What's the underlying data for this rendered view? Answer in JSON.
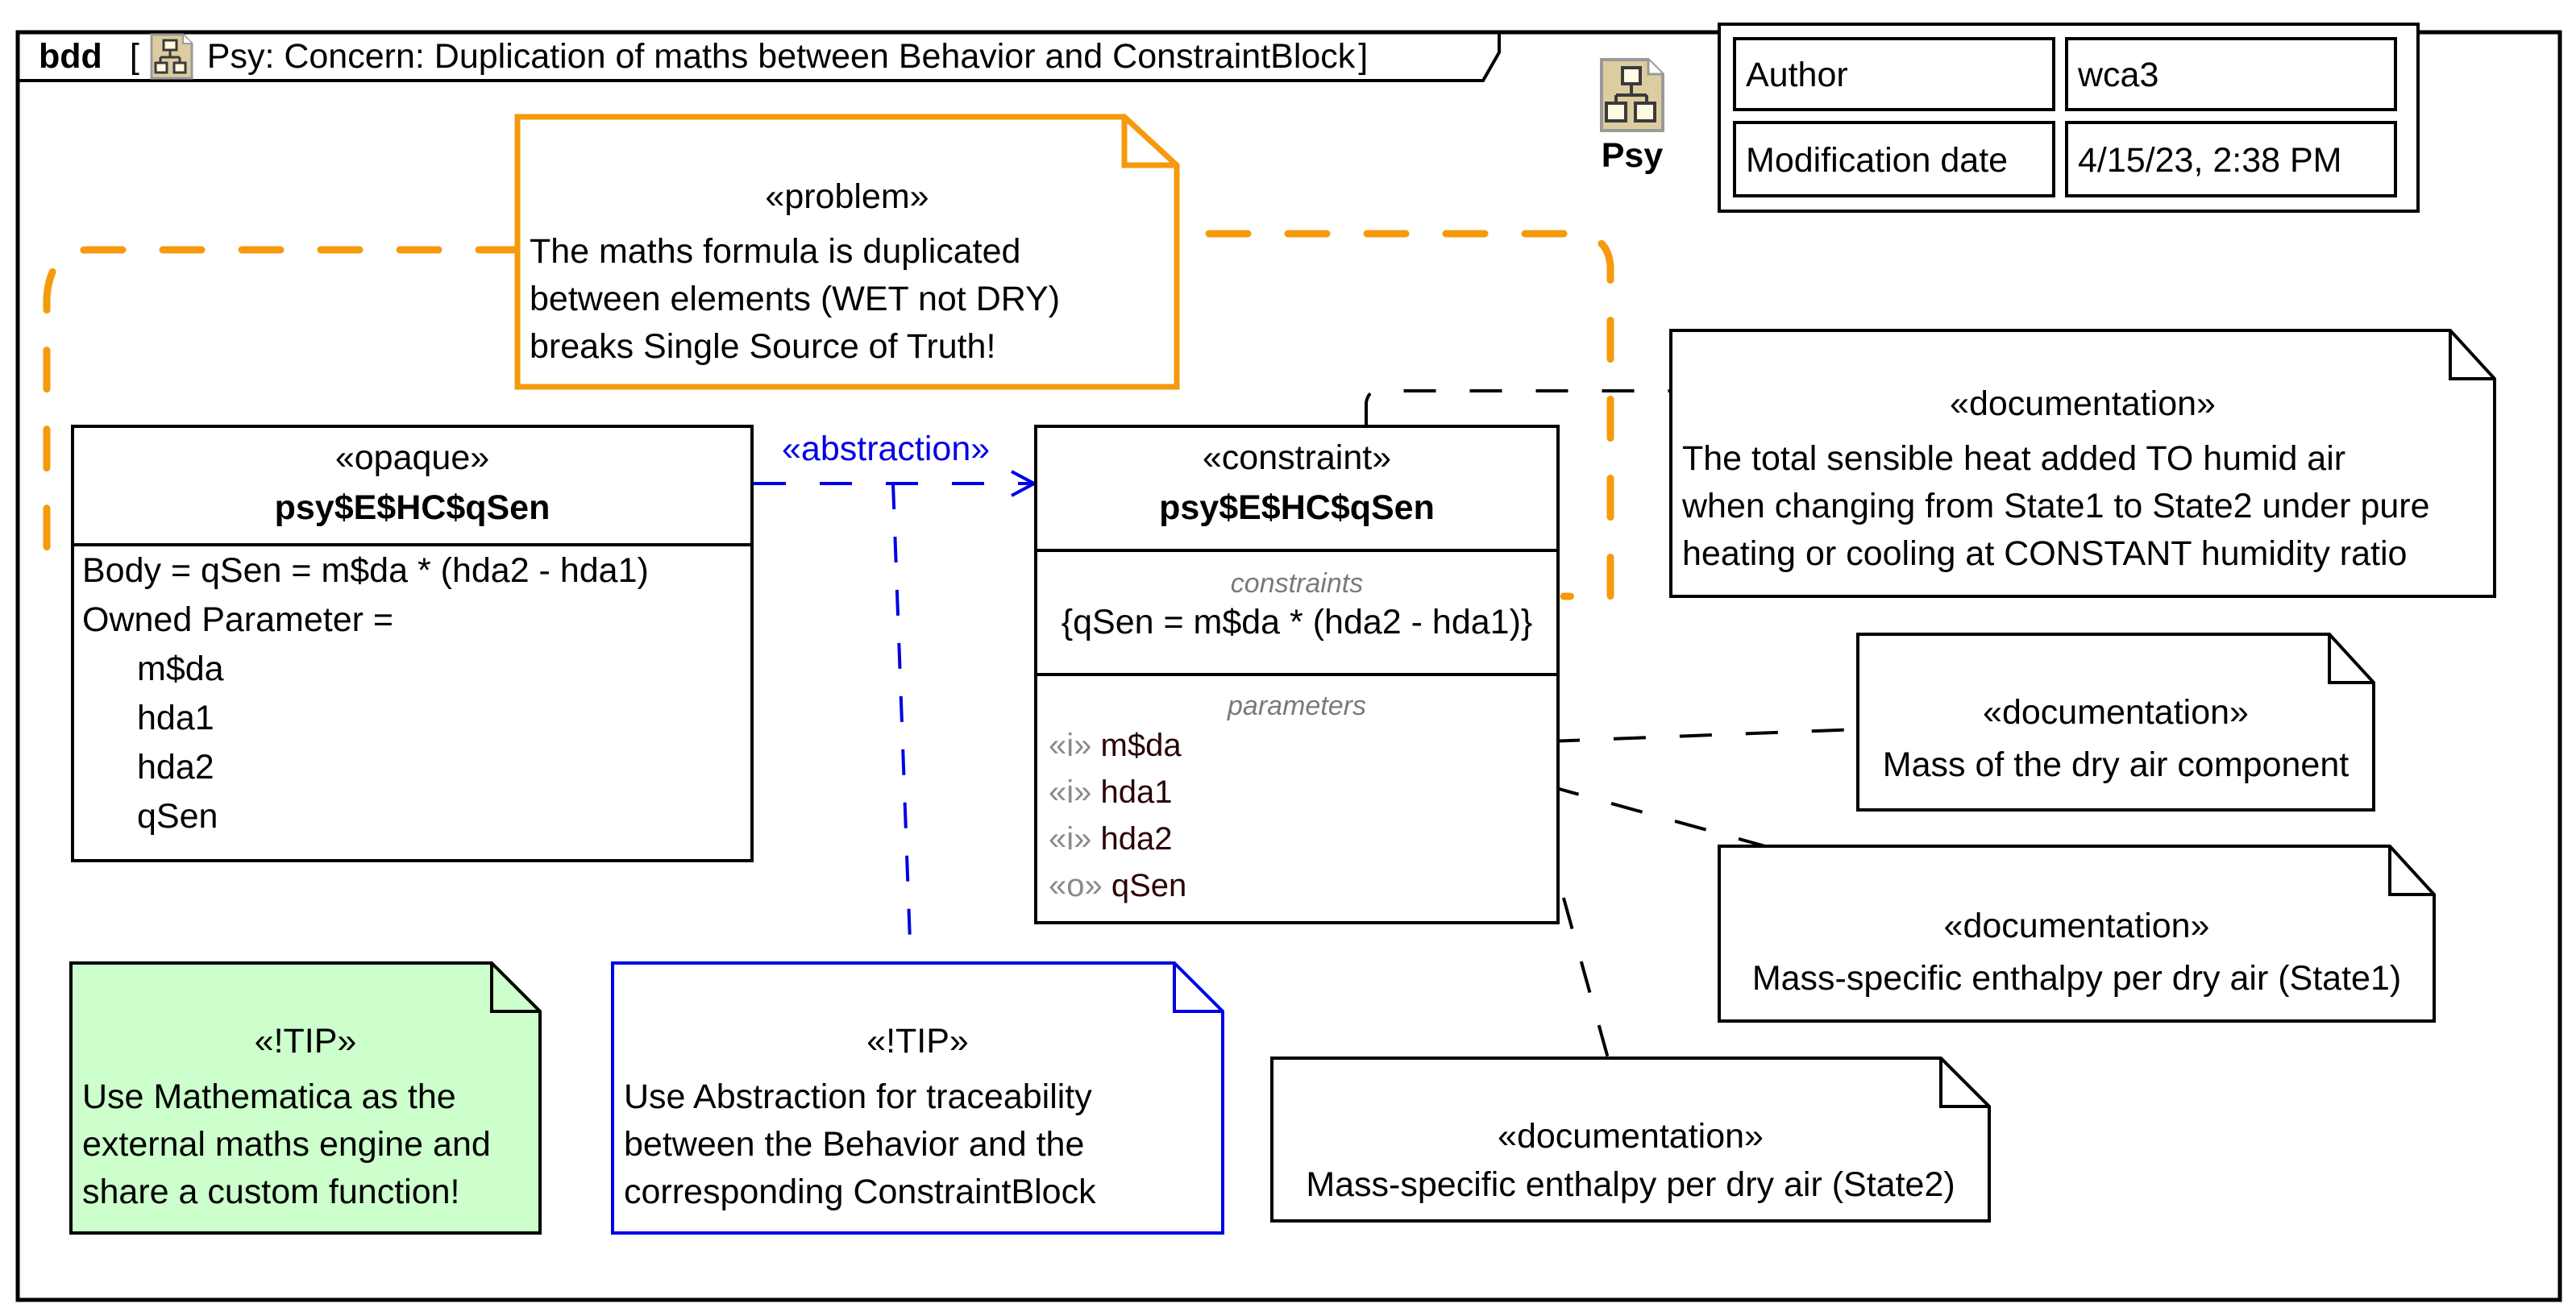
{
  "frame": {
    "kind": "bdd",
    "open_bracket": "[",
    "title": "Psy: Concern: Duplication of maths between Behavior and ConstraintBlock",
    "close_bracket": "]",
    "diagram_icon": "class-diagram-icon"
  },
  "package_label": {
    "name": "Psy",
    "icon": "package-diagram-icon"
  },
  "info_table": {
    "rows": [
      {
        "key": "Author",
        "value": "wca3"
      },
      {
        "key": "Modification date",
        "value": "4/15/23, 2:38 PM"
      }
    ]
  },
  "problem_note": {
    "stereotype": "«problem»",
    "lines": [
      "The maths formula is duplicated",
      "between elements (WET not DRY)",
      "breaks Single Source of Truth!"
    ],
    "color": "#f59a0c"
  },
  "opaque_behavior": {
    "stereotype": "«opaque»",
    "name": "psy$E$HC$qSen",
    "body_line": "Body = qSen = m$da * (hda2 - hda1)",
    "owned_param_label": "Owned Parameter =",
    "params": [
      "m$da",
      "hda1",
      "hda2",
      "qSen"
    ]
  },
  "abstraction": {
    "label": "«abstraction»",
    "color": "#0000e6"
  },
  "constraint_block": {
    "stereotype": "«constraint»",
    "name": "psy$E$HC$qSen",
    "constraints_label": "constraints",
    "constraint_expr": "{qSen = m$da * (hda2 - hda1)}",
    "parameters_label": "parameters",
    "params": [
      {
        "dir": "«i»",
        "name": "m$da"
      },
      {
        "dir": "«i»",
        "name": "hda1"
      },
      {
        "dir": "«i»",
        "name": "hda2"
      },
      {
        "dir": "«o»",
        "name": "qSen"
      }
    ]
  },
  "doc_notes": [
    {
      "stereotype": "«documentation»",
      "lines": [
        "The total sensible heat added TO humid air",
        "when changing from State1 to State2 under pure",
        "heating or cooling at CONSTANT humidity ratio"
      ]
    },
    {
      "stereotype": "«documentation»",
      "lines": [
        "Mass of the dry air component"
      ]
    },
    {
      "stereotype": "«documentation»",
      "lines": [
        "Mass-specific enthalpy per dry air (State1)"
      ]
    },
    {
      "stereotype": "«documentation»",
      "lines": [
        "Mass-specific enthalpy per dry air (State2)"
      ]
    }
  ],
  "tip_notes": [
    {
      "stereotype": "«!TIP»",
      "lines": [
        "Use Mathematica as the",
        "external maths engine and",
        "share a custom function!"
      ],
      "fill": "#ccffcc",
      "border": "#000000"
    },
    {
      "stereotype": "«!TIP»",
      "lines": [
        "Use Abstraction for traceability",
        "between the Behavior and the",
        "corresponding ConstraintBlock"
      ],
      "fill": "#ffffff",
      "border": "#0000e6"
    }
  ]
}
